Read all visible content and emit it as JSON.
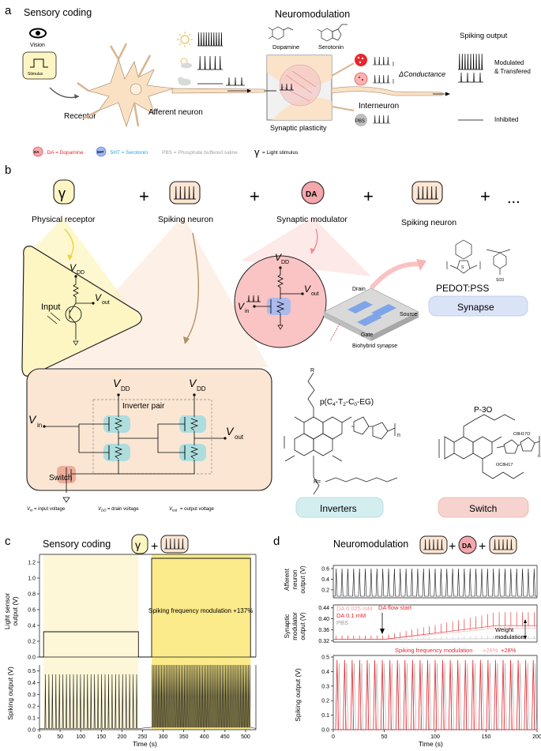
{
  "panel_a": {
    "label": "a",
    "sensory_coding": "Sensory coding",
    "vision": "Vision",
    "stimulus": "Stimulus",
    "receptor": "Receptor",
    "afferent_neuron": "Afferent neuron",
    "neuromodulation": "Neuromodulation",
    "dopamine": "Dopamine",
    "serotonin": "Serotonin",
    "synaptic_plasticity": "Synaptic plasticity",
    "delta_conductance": "ΔConductance",
    "interneuron": "Interneuron",
    "pbs": "PBS",
    "spiking_output": "Spiking output",
    "modulated_1": "Modulated",
    "modulated_2": "& Transfered",
    "inhibited": "Inhibited",
    "legend": {
      "da_badge": "DA",
      "da_text": ", DA = Dopamine",
      "sht_badge": "5HT",
      "sht_text": ", 5HT = Serotonin",
      "pbs_text": "PBS = Phosphate buffered saline",
      "gamma_symbol": "γ",
      "gamma_text": "= Light stimulus"
    }
  },
  "panel_b": {
    "label": "b",
    "plus": "+",
    "ellipsis": "...",
    "gamma": "γ",
    "da": "DA",
    "physical_receptor": "Physical receptor",
    "spiking_neuron_1": "Spiking neuron",
    "synaptic_modulator": "Synaptic modulator",
    "spiking_neuron_2": "Spiking neuron",
    "input": "Input",
    "v": "V",
    "dd": "DD",
    "out": "out",
    "in": "in",
    "inverter_pair": "Inverter pair",
    "switch": "Switch",
    "voltage_legend": {
      "vin": "= input voltage",
      "vdd": "= drain voltage",
      "vout": "= output voltage"
    },
    "drain": "Drain",
    "source": "Source",
    "gate": "Gate",
    "biohybrid_synapse": "Biohybrid synapse",
    "pedot_pss": "PEDOT:PSS",
    "synapse_box": "Synapse",
    "polymer_1": "p(C4-T2-C0-EG)",
    "r_label": "R",
    "r_eq": "R=",
    "n": "n",
    "s": "S",
    "o": "O",
    "polymer_2": "P-3O",
    "c8h17o": "C8H17O",
    "oc8h17": "OC8H17",
    "so3": "SO3",
    "inverters_box": "Inverters",
    "switch_box": "Switch"
  },
  "panel_c": {
    "label": "c",
    "title": "Sensory coding",
    "gamma": "γ",
    "ylabel_top_1": "Light sensor",
    "ylabel_top_2": "output (V)",
    "ylabel_bottom": "Spiking output (V)",
    "xlabel": "Time (s)",
    "annotation": "Spiking frequency modulation +137%",
    "xticks": [
      "0",
      "50",
      "100",
      "150",
      "200",
      "250",
      "300",
      "350",
      "400",
      "450",
      "500"
    ],
    "yticks_top": [
      "0.0",
      "0.2",
      "0.4",
      "0.6",
      "0.8",
      "1.0",
      "1.2"
    ],
    "yticks_bottom": [
      "0.0",
      "0.1",
      "0.2",
      "0.3",
      "0.4",
      "0.5"
    ]
  },
  "panel_d": {
    "label": "d",
    "title": "Neuromodulation",
    "da": "DA",
    "plus": "+",
    "ylabel_1": [
      "Afferent",
      "neuron",
      "output (V)"
    ],
    "ylabel_2": [
      "Synaptic",
      "modulator",
      "output (V)"
    ],
    "ylabel_3": "Spiking output (V)",
    "xlabel": "Time (s)",
    "legend_da_0025": "DA 0.025 mM",
    "legend_da_01": "DA 0.1 mM",
    "legend_pbs": "PBS",
    "da_flow_start": "DA flow start",
    "weight_modulation_1": "Weight",
    "weight_modulation_2": "modulation",
    "spiking_mod_text": "Spiking frequency modulation",
    "spiking_mod_26": "+26%",
    "spiking_mod_28": "+28%",
    "xticks": [
      "0",
      "50",
      "100",
      "150",
      "200"
    ],
    "yticks_1": [
      "0.2",
      "0.4",
      "0.6"
    ],
    "yticks_2": [
      "0.32",
      "0.36",
      "0.40",
      "0.44"
    ],
    "yticks_3": [
      "0.0",
      "0.1",
      "0.2",
      "0.3",
      "0.4",
      "0.5"
    ]
  },
  "colors": {
    "light_yellow": "#fdf6c3",
    "yellow_highlight": "#fbe97a",
    "peach": "#fce5d3",
    "pink": "#f4a8ad",
    "red": "#e8262c",
    "light_red": "#f28a8e",
    "blue_box": "#dbe3f7",
    "teal_box": "#d4eef0",
    "salmon_box": "#f6d3cf",
    "gray": "#8c8c8c"
  },
  "chart_data": [
    {
      "type": "line",
      "title": "Sensory coding",
      "panel": "c-top",
      "xlabel": "Time (s)",
      "ylabel": "Light sensor output (V)",
      "xlim": [
        0,
        525
      ],
      "ylim": [
        0,
        1.3
      ],
      "series": [
        {
          "points": [
            [
              0,
              0
            ],
            [
              10,
              0
            ],
            [
              10,
              0.32
            ],
            [
              240,
              0.32
            ],
            [
              240,
              0
            ],
            [
              272,
              0
            ],
            [
              272,
              1.25
            ],
            [
              512,
              1.25
            ],
            [
              512,
              0
            ],
            [
              525,
              0
            ]
          ]
        }
      ]
    },
    {
      "type": "line",
      "panel": "c-bottom",
      "xlabel": "Time (s)",
      "ylabel": "Spiking output (V)",
      "xlim": [
        0,
        525
      ],
      "ylim": [
        0,
        0.55
      ],
      "annotation": "Spiking frequency modulation +137%",
      "series": [
        {
          "spikes_from": 10,
          "spikes_to": 240,
          "spike_count": 27,
          "peak": 0.47,
          "baseline": 0.01
        },
        {
          "spikes_from": 272,
          "spikes_to": 512,
          "spike_count": 65,
          "peak": 0.55,
          "baseline": 0.02
        }
      ]
    },
    {
      "type": "line",
      "panel": "d-top",
      "ylabel": "Afferent neuron output (V)",
      "xlim": [
        0,
        200
      ],
      "ylim": [
        0.05,
        0.66
      ],
      "series": [
        {
          "spike_count": 35,
          "peak": 0.6,
          "baseline": 0.08
        }
      ]
    },
    {
      "type": "line",
      "panel": "d-middle",
      "ylabel": "Synaptic modulator output (V)",
      "xlim": [
        0,
        200
      ],
      "ylim": [
        0.315,
        0.445
      ],
      "series": [
        {
          "name": "DA 0.025 mM",
          "start": 0.325,
          "end": 0.365
        },
        {
          "name": "DA 0.1 mM",
          "start": 0.325,
          "end": 0.375
        },
        {
          "name": "PBS",
          "start": 0.325,
          "end": 0.327
        }
      ]
    },
    {
      "type": "line",
      "panel": "d-bottom",
      "xlabel": "Time (s)",
      "ylabel": "Spiking output (V)",
      "xlim": [
        0,
        200
      ],
      "ylim": [
        0,
        0.5
      ],
      "annotation": "Spiking frequency modulation +26% +28%",
      "series": [
        {
          "spike_count": 27,
          "peak": 0.48,
          "baseline": 0.0
        }
      ]
    }
  ]
}
